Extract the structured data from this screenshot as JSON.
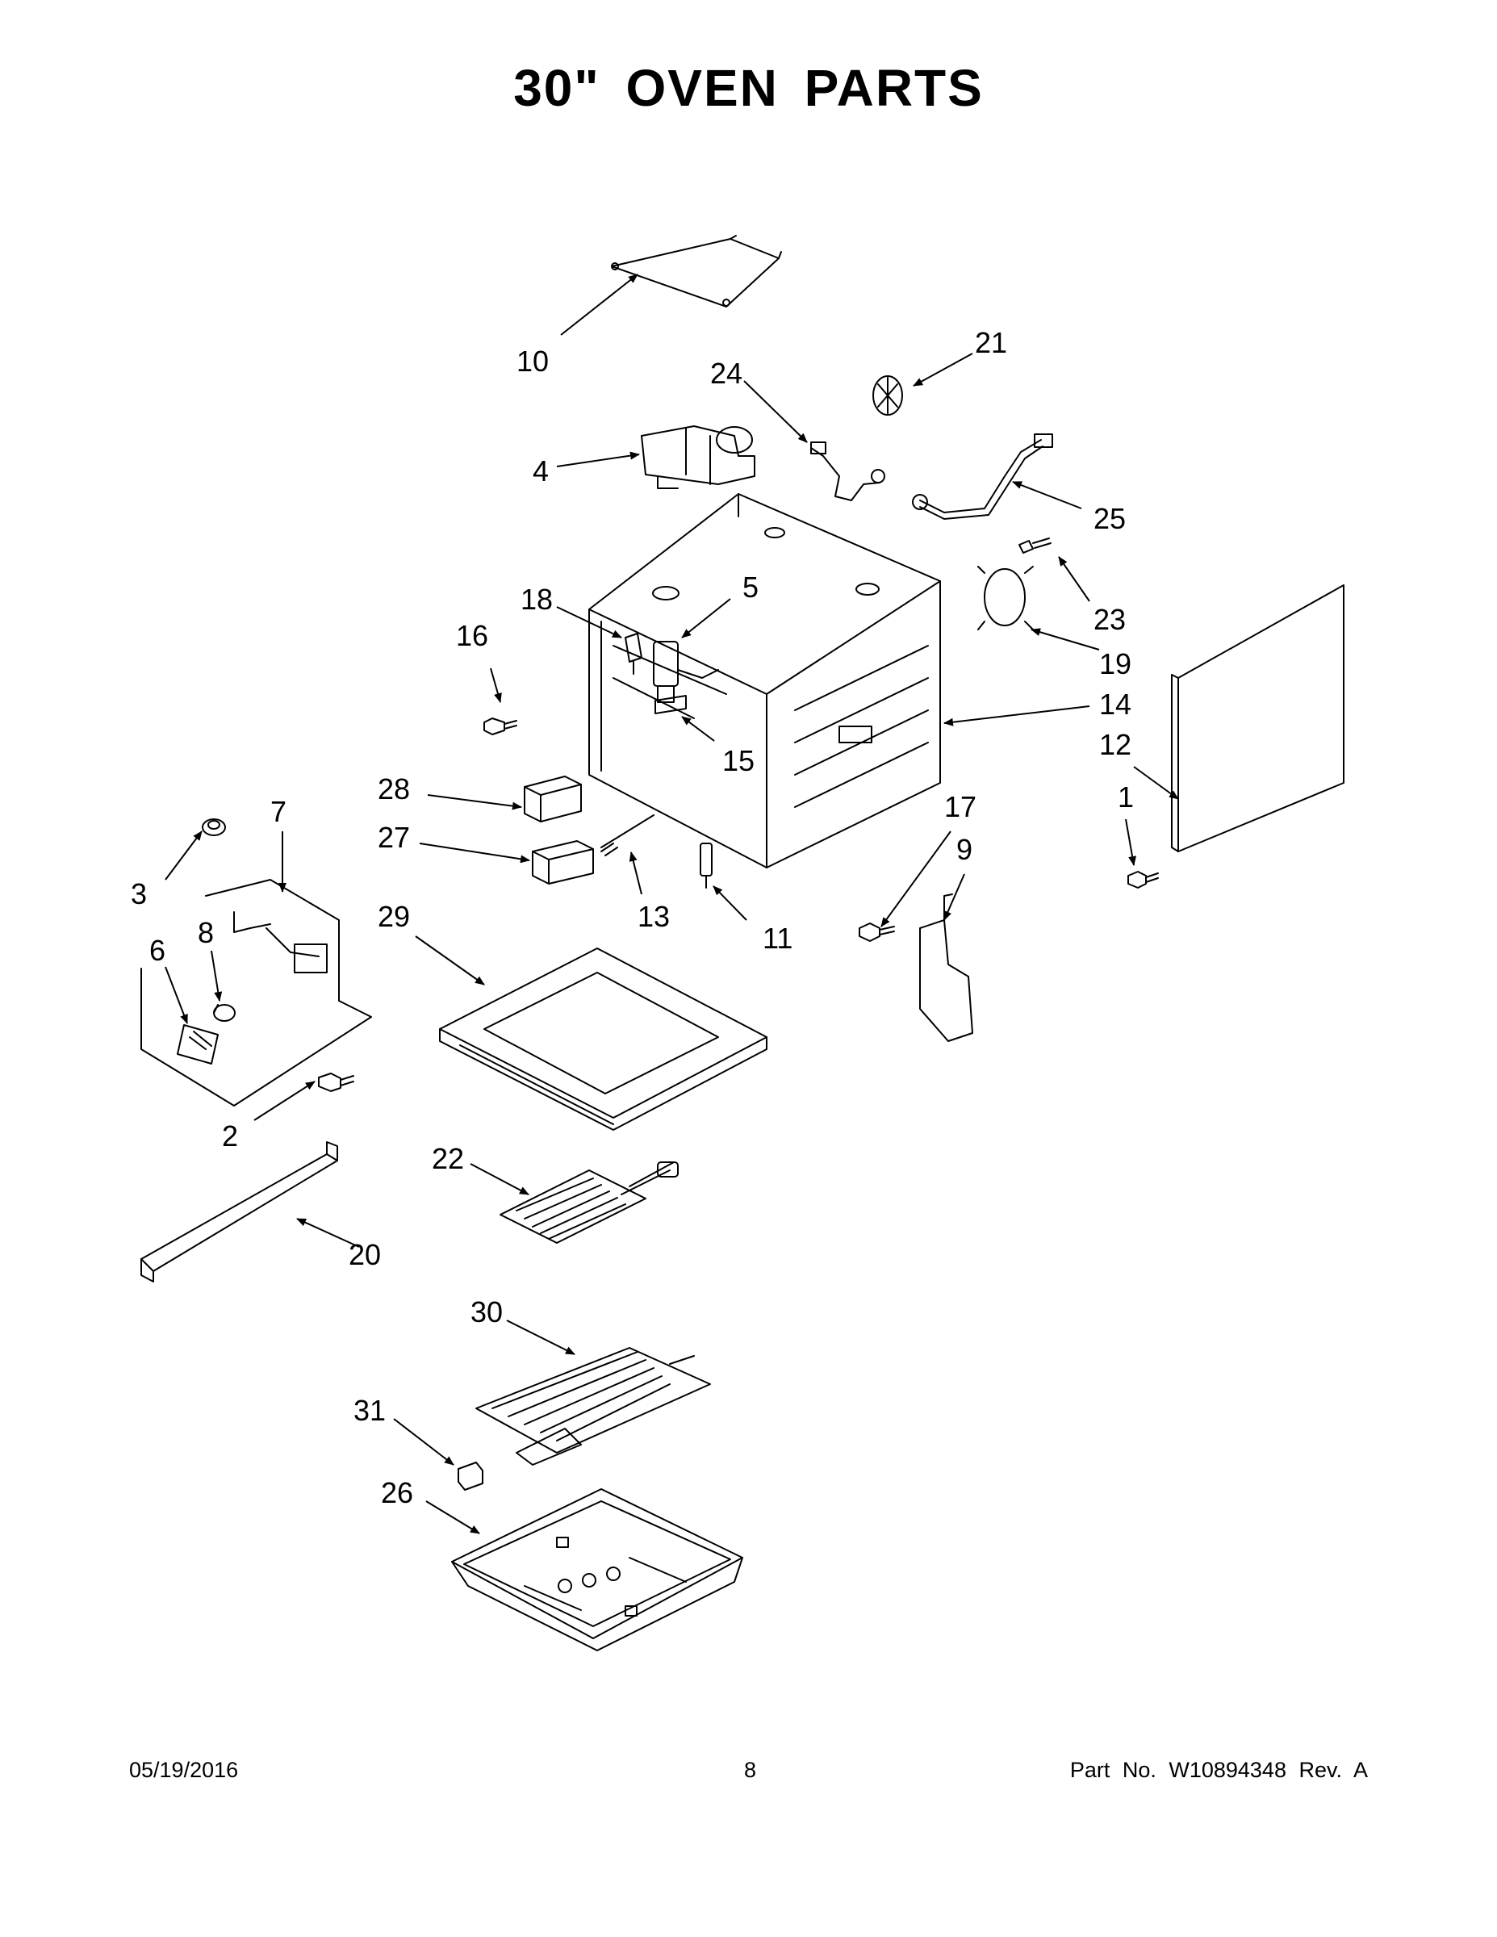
{
  "page": {
    "title": "30\" OVEN PARTS",
    "date": "05/19/2016",
    "page_number": "8",
    "part_number": "Part No.  W10894348  Rev.  A"
  },
  "callouts": [
    {
      "id": "10",
      "label": "10"
    },
    {
      "id": "21",
      "label": "21"
    },
    {
      "id": "24",
      "label": "24"
    },
    {
      "id": "4",
      "label": "4"
    },
    {
      "id": "25",
      "label": "25"
    },
    {
      "id": "18",
      "label": "18"
    },
    {
      "id": "5",
      "label": "5"
    },
    {
      "id": "23",
      "label": "23"
    },
    {
      "id": "16",
      "label": "16"
    },
    {
      "id": "19",
      "label": "19"
    },
    {
      "id": "14",
      "label": "14"
    },
    {
      "id": "12",
      "label": "12"
    },
    {
      "id": "15",
      "label": "15"
    },
    {
      "id": "28",
      "label": "28"
    },
    {
      "id": "7",
      "label": "7"
    },
    {
      "id": "1",
      "label": "1"
    },
    {
      "id": "27",
      "label": "27"
    },
    {
      "id": "17",
      "label": "17"
    },
    {
      "id": "3",
      "label": "3"
    },
    {
      "id": "9",
      "label": "9"
    },
    {
      "id": "13",
      "label": "13"
    },
    {
      "id": "11",
      "label": "11"
    },
    {
      "id": "29",
      "label": "29"
    },
    {
      "id": "8",
      "label": "8"
    },
    {
      "id": "6",
      "label": "6"
    },
    {
      "id": "2",
      "label": "2"
    },
    {
      "id": "22",
      "label": "22"
    },
    {
      "id": "20",
      "label": "20"
    },
    {
      "id": "30",
      "label": "30"
    },
    {
      "id": "31",
      "label": "31"
    },
    {
      "id": "26",
      "label": "26"
    }
  ]
}
